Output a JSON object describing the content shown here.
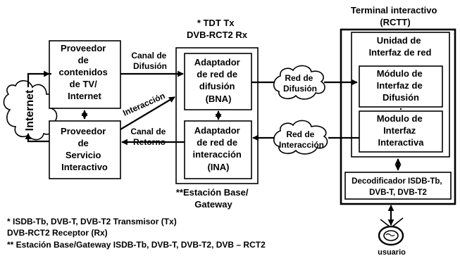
{
  "blocks": {
    "internet": "Internet",
    "proveedor_contenidos": [
      "Proveedor",
      "de",
      "contenidos",
      "de TV/",
      "Internet"
    ],
    "proveedor_servicio": [
      "Proveedor",
      "de",
      "Servicio",
      "Interactivo"
    ],
    "station_title": [
      "* TDT Tx",
      "DVB-RCT2 Rx"
    ],
    "bna": [
      "Adaptador",
      "de red de",
      "difusión",
      "(BNA)"
    ],
    "ina": [
      "Adaptador",
      "de red de",
      "interacción",
      "(INA)"
    ],
    "station_footer": [
      "**Estación Base/",
      "Gateway"
    ],
    "terminal_title": [
      "Terminal interactivo",
      "(RCTT)"
    ],
    "unidad_interfaz": [
      "Unidad de",
      "Interfaz de red"
    ],
    "modulo_difusion": [
      "Módulo de",
      "Interfaz de",
      "Difusión"
    ],
    "modulo_interactiva": [
      "Modulo de",
      "Interfaz",
      "Interactiva"
    ],
    "decodificador": [
      "Decodificador ISDB-Tb,",
      "DVB-T, DVB-T2"
    ],
    "red_difusion": [
      "Red de",
      "Difusión"
    ],
    "red_interaccion": [
      "Red de",
      "Interacción"
    ],
    "usuario": "usuario"
  },
  "labels": {
    "canal_difusion": [
      "Canal de",
      "Difusión"
    ],
    "canal_retorno": [
      "Canal de",
      "Retorno"
    ],
    "interaccion": "Interacción"
  },
  "footnotes": [
    "*  ISDB-Tb, DVB-T, DVB-T2 Transmisor (Tx)",
    "    DVB-RCT2 Receptor (Rx)",
    "** Estación Base/Gateway ISDB-Tb, DVB-T, DVB-T2, DVB – RCT2"
  ]
}
